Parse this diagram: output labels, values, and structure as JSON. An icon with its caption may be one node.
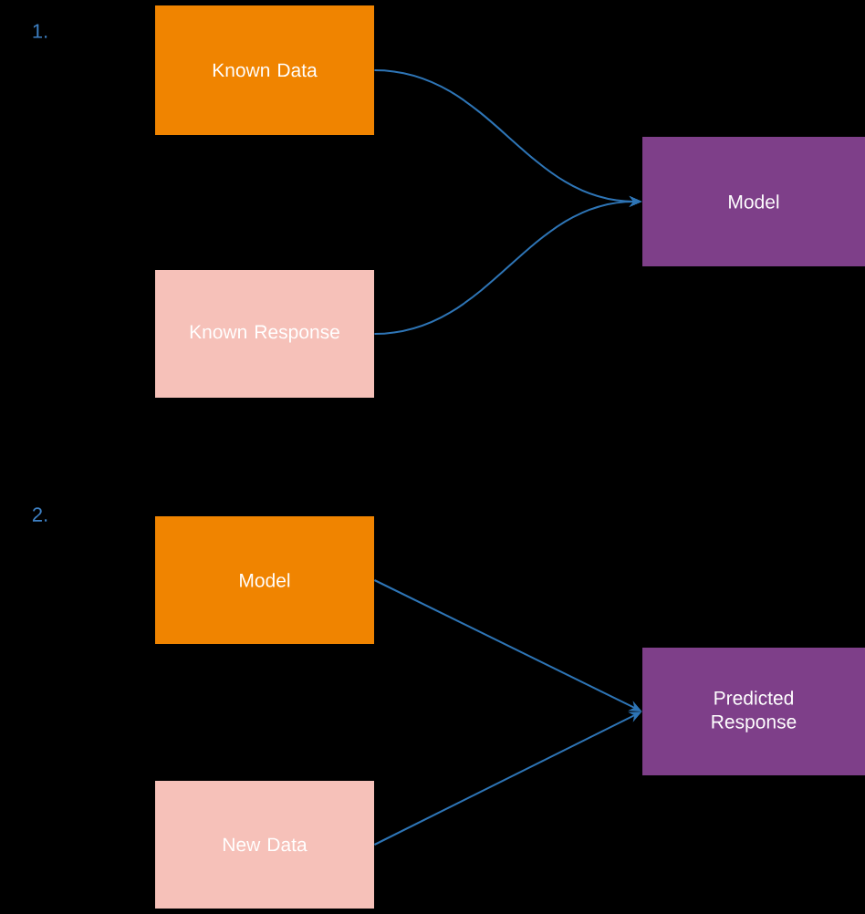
{
  "diagram": {
    "nodes": [
      {
        "text": [
          "Known Data"
        ]
      },
      {
        "text": [
          "Known Response"
        ]
      },
      {
        "text": [
          "Model"
        ]
      },
      {
        "text": [
          "Model"
        ]
      },
      {
        "text": [
          "New Data"
        ]
      },
      {
        "text": [
          "Predicted Response"
        ]
      }
    ],
    "edges": [
      {
        "from": 0,
        "to": 2,
        "arrow": "to"
      },
      {
        "from": 1,
        "to": 2,
        "arrow": "to"
      },
      {
        "from": 3,
        "to": 5,
        "arrow": "to"
      },
      {
        "from": 4,
        "to": 5,
        "arrow": "to"
      }
    ],
    "labels": [
      "1.",
      "2."
    ]
  }
}
